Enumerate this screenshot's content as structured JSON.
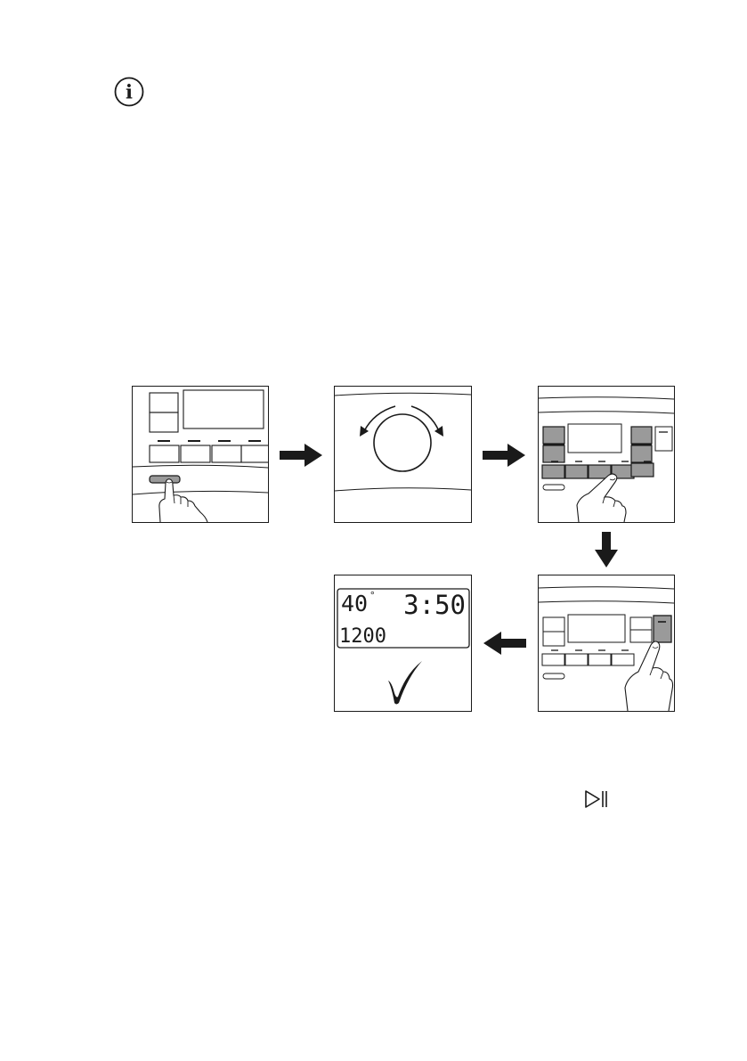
{
  "info_icon": {
    "icon": "info-icon",
    "glyph": "i"
  },
  "steps": [
    {
      "name": "step-1-press-on-off",
      "description_icon": "hand-pressing-button"
    },
    {
      "name": "step-2-turn-dial",
      "description_icon": "programme-dial"
    },
    {
      "name": "step-3-select-options",
      "description_icon": "hand-pressing-option"
    },
    {
      "name": "step-4-press-start",
      "description_icon": "hand-pressing-start"
    },
    {
      "name": "step-5-display-ready",
      "description_icon": "checkmark-icon"
    }
  ],
  "display": {
    "temperature": "40",
    "degree": "°",
    "time": "3:50",
    "spin": "1200"
  },
  "start_pause_icon": "start-pause-icon",
  "colors": {
    "ink": "#1a1a1a",
    "button_fill": "#9a9a9a",
    "paper": "#ffffff"
  }
}
